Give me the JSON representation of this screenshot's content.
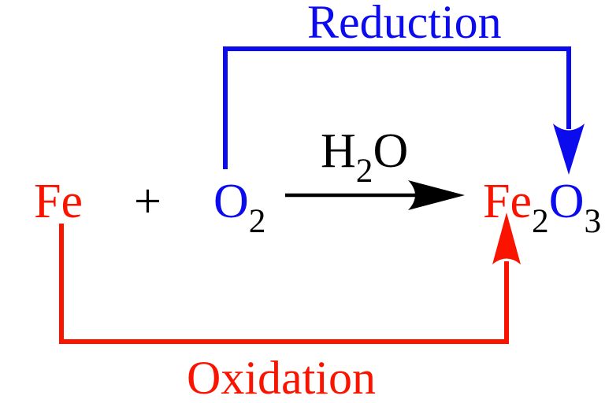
{
  "colors": {
    "reduction": "#0b0bee",
    "oxidation": "#fa1400",
    "ink": "#000000",
    "background": "#ffffff"
  },
  "labels": {
    "reduction": "Reduction",
    "oxidation": "Oxidation"
  },
  "equation": {
    "reactant1": "Fe",
    "plus": "+",
    "reactant2": {
      "symbol": "O",
      "subscript": "2"
    },
    "catalyst": {
      "symbol1": "H",
      "subscript": "2",
      "symbol2": "O"
    },
    "product": {
      "fe": "Fe",
      "fe_subscript": "2",
      "o": "O",
      "o_subscript": "3"
    }
  }
}
